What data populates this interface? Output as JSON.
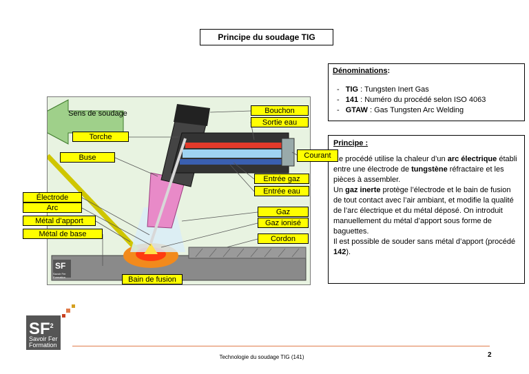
{
  "title": "Principe du soudage TIG",
  "denominations": {
    "heading": "Dénominations",
    "heading_suffix": " :",
    "items": [
      {
        "abbr": "TIG",
        "text": " : Tungsten Inert Gas"
      },
      {
        "abbr": "141",
        "text": " : Numéro du procédé selon ISO 4063"
      },
      {
        "abbr": "GTAW",
        "text": " : Gas Tungsten Arc Welding"
      }
    ]
  },
  "principe": {
    "heading": "Principe :",
    "p1_a": "Ce procédé utilise la chaleur d’un ",
    "p1_b": "arc électrique",
    "p1_c": " établi entre une électrode de ",
    "p1_d": "tungstène",
    "p1_e": " réfractaire et les pièces à assembler.",
    "p2_a": "Un ",
    "p2_b": "gaz inerte",
    "p2_c": " protège l’électrode et le bain de fusion de tout contact avec l’air ambiant, et modifie la qualité de l’arc électrique et du métal déposé. On introduit manuellement du métal d’apport sous forme de baguettes.",
    "p3_a": "Il est possible de souder sans métal d’apport (procédé ",
    "p3_b": "142",
    "p3_c": ")."
  },
  "diagram": {
    "arrow_label": "Sens de soudage",
    "labels": {
      "torche": "Torche",
      "buse": "Buse",
      "electrode": "Électrode",
      "arc": "Arc",
      "metal_apport": "Métal d’apport",
      "metal_base": "Métal de base",
      "bouchon": "Bouchon",
      "sortie_eau": "Sortie eau",
      "courant": "Courant",
      "entree_gaz": "Entrée gaz",
      "entree_eau": "Entrée eau",
      "gaz": "Gaz",
      "gaz_ionise": "Gaz ionisé",
      "cordon": "Cordon",
      "bain_fusion": "Bain de fusion"
    },
    "logo_small": {
      "mark": "SF",
      "sub": "Savoir Fer Formation"
    }
  },
  "logo": {
    "mark": "SF",
    "sup": "2",
    "line1": "Savoir Fer",
    "line2": "Formation"
  },
  "footer": {
    "text": "Technologie du soudage TIG (141)",
    "page": "2"
  },
  "colors": {
    "label_bg": "#ffff00",
    "diagram_bg": "#e8f3e1",
    "arrow": "#9fd08a",
    "accent": "#e07b4a"
  }
}
